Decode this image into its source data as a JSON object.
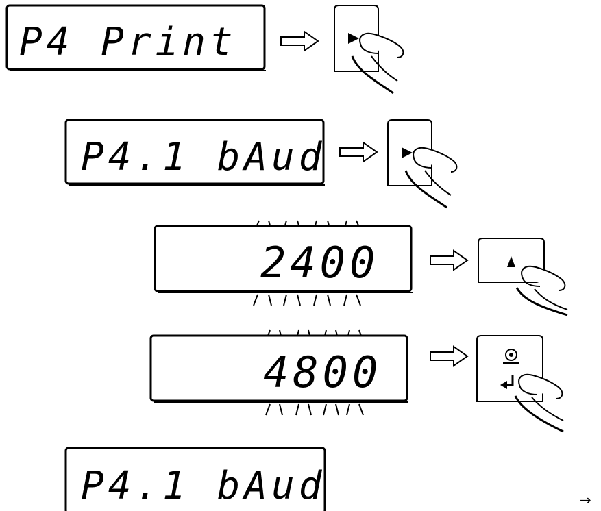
{
  "steps": [
    {
      "display": "P4 Print",
      "button": "right"
    },
    {
      "display": "P4.1 bAud",
      "button": "right"
    },
    {
      "display": "2400",
      "button": "up"
    },
    {
      "display": "4800",
      "button": "enter"
    },
    {
      "display": "P4.1 bAud",
      "button": ""
    }
  ],
  "end_arrow": "→"
}
